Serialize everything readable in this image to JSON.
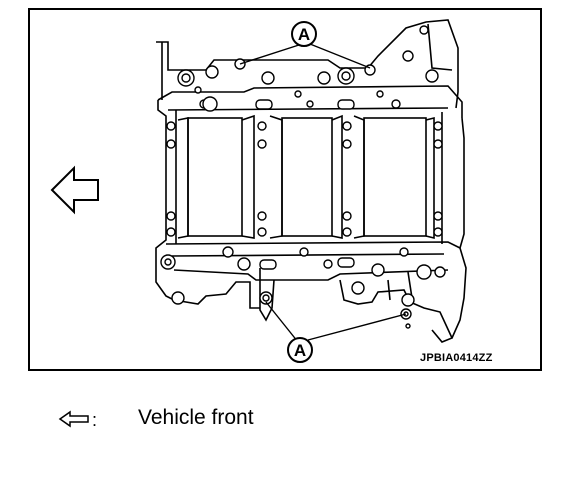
{
  "figure": {
    "callouts": [
      "A",
      "A"
    ],
    "reference_code": "JPBIA0414ZZ"
  },
  "legend": {
    "icon": "hollow-left-arrow-icon",
    "separator": ":",
    "text": "Vehicle front"
  }
}
